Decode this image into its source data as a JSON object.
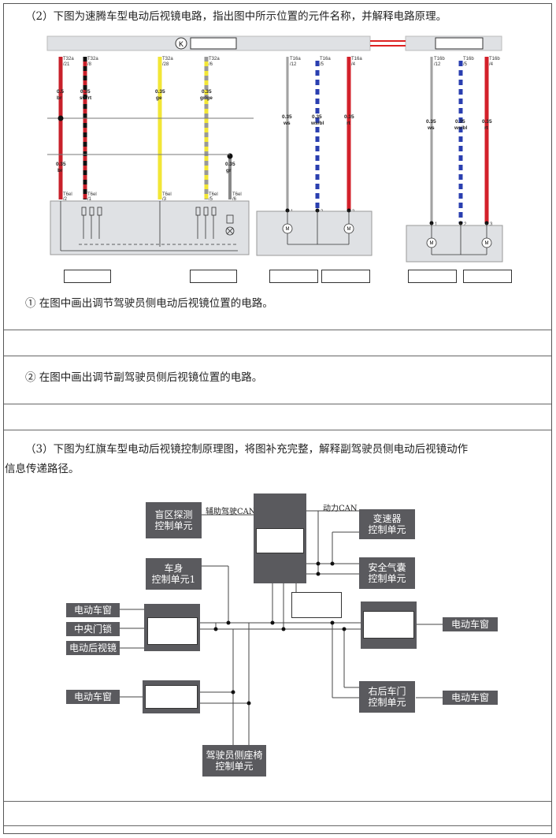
{
  "q2": {
    "title": "（2）下图为速腾车型电动后视镜电路，指出图中所示位置的元件名称，并解释电路原理。",
    "sub1": "① 在图中画出调节驾驶员侧电动后视镜位置的电路。",
    "sub2": "② 在图中画出调节副驾驶员侧后视镜位置的电路。",
    "circuit": {
      "k_symbol": "K",
      "wires_left": [
        {
          "top_conn": "T32a",
          "top_pin": "/21",
          "size_top": "0.5",
          "color_top": "br",
          "size_bot": "0.35",
          "color_bot": "br",
          "bot_conn": "T6el",
          "bot_pin": "/2"
        },
        {
          "top_conn": "T32a",
          "top_pin": "/8",
          "size_top": "0.35",
          "color_top": "sw/rt",
          "bot_conn": "T6el",
          "bot_pin": "/1"
        },
        {
          "top_conn": "T32a",
          "top_pin": "/28",
          "size_top": "0.35",
          "color_top": "ge",
          "bot_conn": "T6el",
          "bot_pin": "/3"
        },
        {
          "top_conn": "T32a",
          "top_pin": "/6",
          "size_top": "0.35",
          "color_top": "gr/ge",
          "bot_conn": "T6el",
          "bot_pin": "/5"
        },
        {
          "size_bot": "0.35",
          "color_bot": "gr",
          "bot_conn": "T6el",
          "bot_pin": "/6"
        }
      ],
      "wires_mid": [
        {
          "top_conn": "T16a",
          "top_pin": "/12",
          "size": "0.35",
          "color": "ws",
          "pin": "1"
        },
        {
          "top_conn": "T16a",
          "top_pin": "/5",
          "size": "0.35",
          "color": "ws/bl",
          "pin": "2"
        },
        {
          "top_conn": "T16a",
          "top_pin": "/4",
          "size": "0.35",
          "color": "rt",
          "pin": "3"
        }
      ],
      "wires_right": [
        {
          "top_conn": "T16b",
          "top_pin": "/12",
          "size": "0.35",
          "color": "ws",
          "pin": "1"
        },
        {
          "top_conn": "T16b",
          "top_pin": "/5",
          "size": "0.35",
          "color": "ws/bl",
          "pin": "2"
        },
        {
          "top_conn": "T16b",
          "top_pin": "/4",
          "size": "0.35",
          "color": "rt",
          "pin": "3"
        }
      ],
      "motor": "M"
    }
  },
  "q3": {
    "title_line1": "（3）下图为红旗车型电动后视镜控制原理图，将图补充完整，解释副驾驶员侧电动后视镜动作",
    "title_line2": "信息传递路径。",
    "blocks": {
      "blind_spot": "盲区探测\n控制单元",
      "can_aux": "辅助驾驶CAN",
      "can_power": "动力CAN",
      "transmission": "变速器\n控制单元",
      "airbag": "安全气囊\n控制单元",
      "body": "车身\n控制单元1",
      "left_window": "电动车窗",
      "central_lock": "中央门锁",
      "left_mirror": "电动后视镜",
      "right_window": "电动车窗",
      "rear_left_window": "电动车窗",
      "rear_right": "右后车门\n控制单元",
      "rear_right_window": "电动车窗",
      "seat": "驾驶员侧座椅\n控制单元"
    }
  }
}
